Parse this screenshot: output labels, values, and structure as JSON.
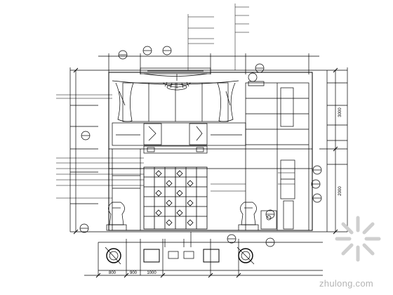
{
  "drawing": {
    "dimensions_right": [
      "3000",
      "2000"
    ],
    "dimensions_bottom": [
      "800",
      "900",
      "1000"
    ]
  },
  "watermark": {
    "text": "zhulong.com"
  }
}
